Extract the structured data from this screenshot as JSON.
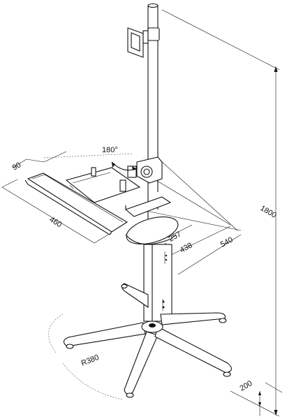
{
  "drawing": {
    "dimensions": {
      "height_total": "1800",
      "tray_depth": "90",
      "rotation": "180°",
      "tray_width": "460",
      "dim_257": "257",
      "dim_438": "438",
      "dim_540": "540",
      "base_radius": "R380",
      "base_height": "200"
    },
    "colors": {
      "line": "#111111",
      "background": "#ffffff"
    }
  }
}
